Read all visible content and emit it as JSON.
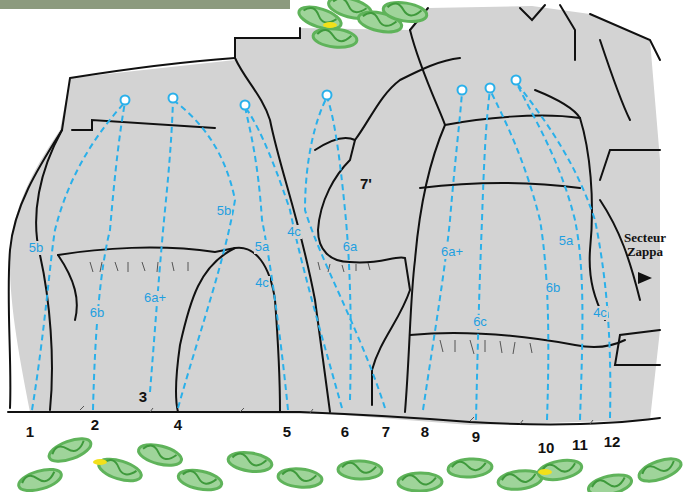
{
  "diagram": {
    "labels": [
      "1",
      "2",
      "3",
      "4",
      "5",
      "6",
      "7",
      "8",
      "9",
      "10",
      "11",
      "12",
      "5b",
      "6b",
      "6a+",
      "5b",
      "5a",
      "4c",
      "4c",
      "7'",
      "6a",
      "6a+",
      "6c",
      "6b",
      "5a",
      "4c",
      "Secteur Zappa"
    ]
  }
}
